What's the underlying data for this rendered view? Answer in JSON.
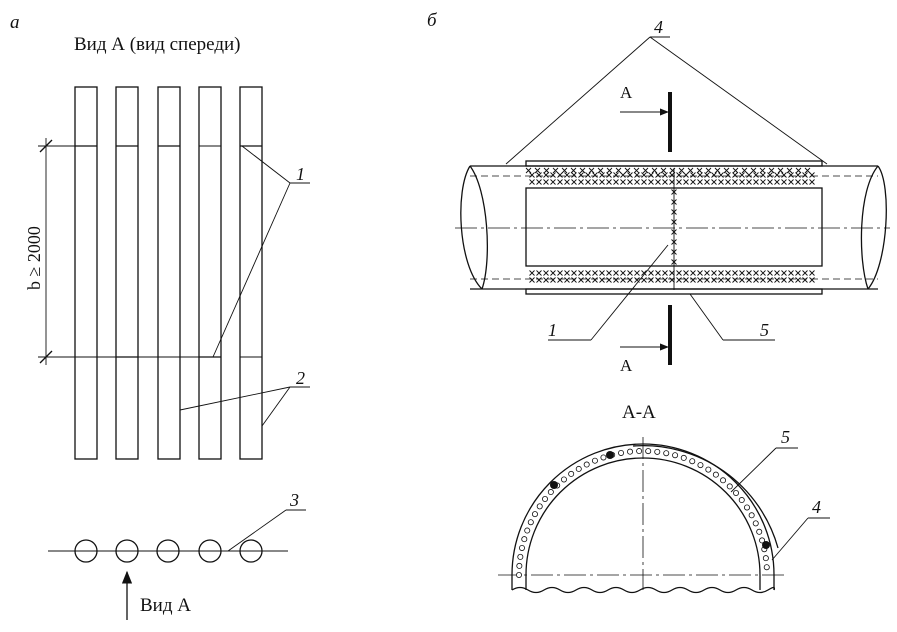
{
  "panel_a": {
    "letter": "а",
    "view_title": "Вид А (вид спереди)",
    "dimension": "b ≥ 2000",
    "view_label": "Вид А",
    "callouts": [
      "1",
      "2",
      "3"
    ]
  },
  "panel_b": {
    "letter": "б",
    "section_mark_top": "А",
    "section_mark_bottom": "А",
    "section_title": "А-А",
    "callouts": [
      "4",
      "1",
      "5",
      "5",
      "4"
    ]
  }
}
